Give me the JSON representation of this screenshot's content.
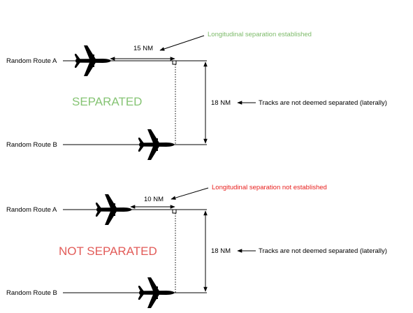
{
  "colors": {
    "established": "#7dbb6a",
    "not_established": "#e8201e",
    "separated": "#86c474",
    "not_separated": "#e25b58",
    "line": "#000000"
  },
  "panels": [
    {
      "route_a_label": "Random Route A",
      "route_b_label": "Random Route B",
      "distance_label": "15 NM",
      "longitudinal_note": "Longitudinal separation established",
      "status": "SEPARATED",
      "lateral_distance_label": "18 NM",
      "lateral_note": "Tracks are not deemed separated (laterally)"
    },
    {
      "route_a_label": "Random Route A",
      "route_b_label": "Random Route B",
      "distance_label": "10 NM",
      "longitudinal_note": "Longitudinal separation not established",
      "status": "NOT SEPARATED",
      "lateral_distance_label": "18 NM",
      "lateral_note": "Tracks are not deemed separated (laterally)"
    }
  ]
}
